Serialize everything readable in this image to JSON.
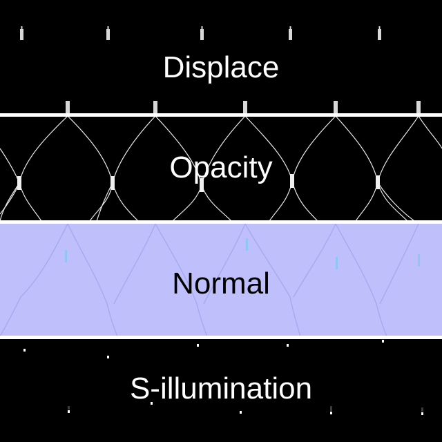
{
  "panels": [
    {
      "id": "displace",
      "label": "Displace",
      "background": "#000000",
      "text_color": "#ffffff"
    },
    {
      "id": "opacity",
      "label": "Opacity",
      "background": "#000000",
      "text_color": "#ffffff"
    },
    {
      "id": "normal",
      "label": "Normal",
      "background": "#bfc0fb",
      "text_color": "#000000"
    },
    {
      "id": "s_illumination",
      "label": "S-illumination",
      "background": "#000000",
      "text_color": "#ffffff"
    }
  ],
  "divider_color": "#ffffff"
}
